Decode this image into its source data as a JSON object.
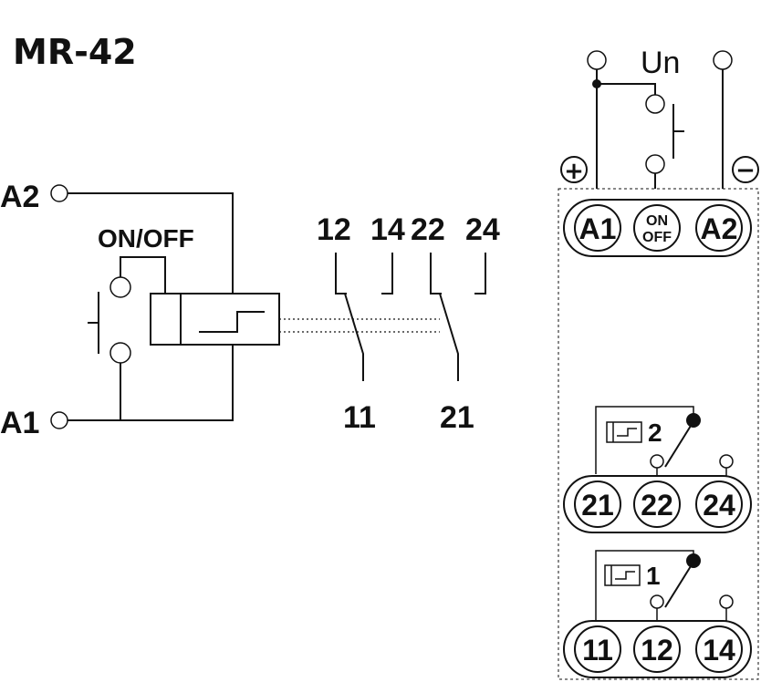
{
  "title": "MR-42",
  "schematic": {
    "terminal_a2": "A2",
    "terminal_a1": "A1",
    "switch_label": "ON/OFF",
    "contact_12": "12",
    "contact_14": "14",
    "contact_22": "22",
    "contact_24": "24",
    "contact_11": "11",
    "contact_21": "21"
  },
  "module": {
    "supply_label": "Un",
    "plus_symbol": "+",
    "minus_symbol": "−",
    "top_terminals": [
      "A1",
      "ON",
      "OFF",
      "A2"
    ],
    "relay2_number": "2",
    "relay1_number": "1",
    "row2_terminals": [
      "21",
      "22",
      "24"
    ],
    "row1_terminals": [
      "11",
      "12",
      "14"
    ]
  }
}
